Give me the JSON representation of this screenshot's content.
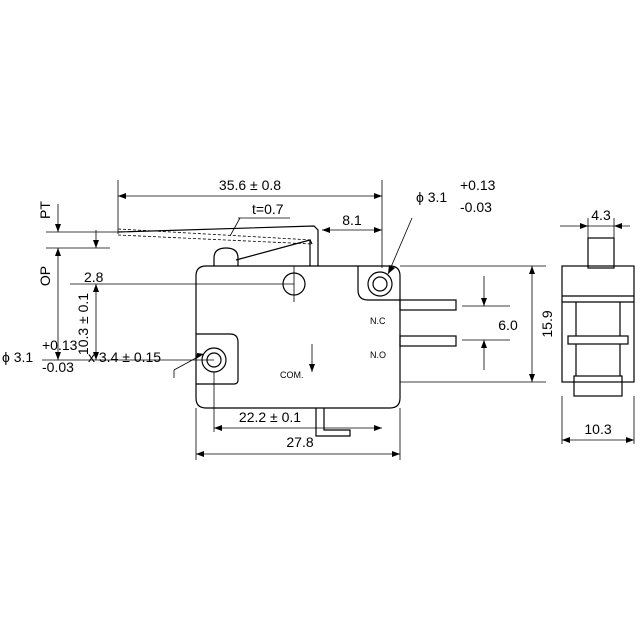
{
  "dimensions": {
    "overall_length": "35.6 ± 0.8",
    "lever_thickness": "t=0.7",
    "lever_offset": "8.1",
    "pretravel": "PT",
    "operating_position": "OP",
    "op_offset": "2.8",
    "op_height": "10.3 ± 0.1",
    "hole_spacing": "22.2 ± 0.1",
    "body_length": "27.8",
    "terminal_spacing": "6.0",
    "body_height": "15.9",
    "side_top_width": "4.3",
    "side_width": "10.3"
  },
  "holes": {
    "top_right": {
      "prefix": "ϕ 3.1",
      "tol_plus": "+0.13",
      "tol_minus": "-0.03"
    },
    "bottom_left": {
      "prefix": "ϕ 3.1",
      "tol_plus": "+0.13",
      "tol_minus": "-0.03",
      "suffix": "x 3.4 ± 0.15"
    }
  },
  "terminals": {
    "nc": "N.C",
    "no": "N.O",
    "com": "COM."
  }
}
